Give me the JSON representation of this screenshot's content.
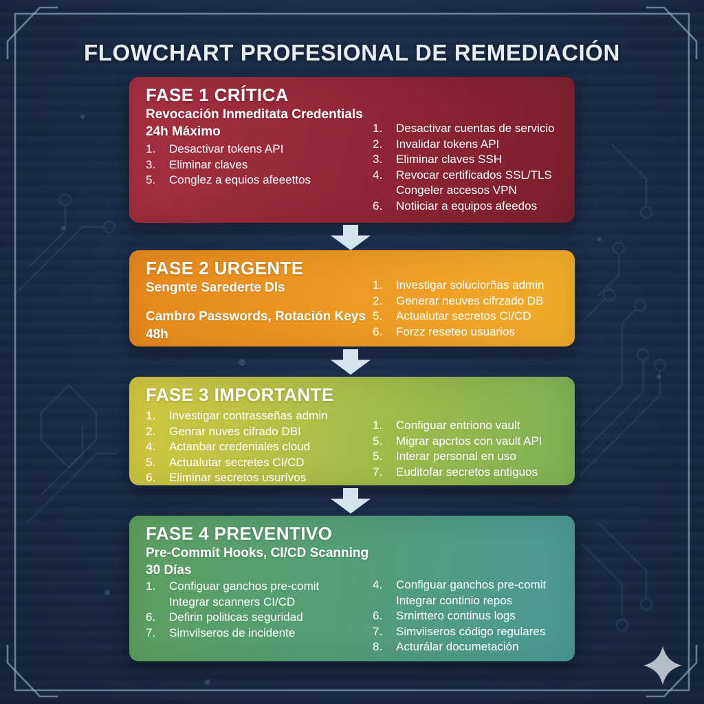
{
  "title": "FLOWCHART PROFESIONAL DE REMEDIACIÓN",
  "colors": {
    "background": "#192b47",
    "frame_line": "#9ab4cf",
    "circuit_line": "#5f87b8",
    "arrow": "#d3e4ec",
    "title_text": "#e9eef4",
    "sparkle": "#b5bec7",
    "phase1_from": "#a72f40",
    "phase1_to": "#7b1f2d",
    "phase2_from": "#e7881c",
    "phase2_to": "#f0ad2a",
    "phase3_from": "#d1c73f",
    "phase3_to": "#7cb255",
    "phase4_from": "#5d9f5e",
    "phase4_to": "#4a9a95"
  },
  "phases": [
    {
      "heading": "FASE 1 CRÍTICA",
      "subtitles": [
        "Revocación Inmeditata Credentials",
        "24h Máximo"
      ],
      "gradient": {
        "angle": "105deg",
        "from": "#a72f40",
        "to": "#7b1f2d"
      },
      "left_items": [
        {
          "n": "1.",
          "t": "Desactivar tokens API"
        },
        {
          "n": "3.",
          "t": "Eliminar claves"
        },
        {
          "n": "5.",
          "t": "Conglez a equios afeeettos"
        }
      ],
      "right_items": [
        {
          "n": "1.",
          "t": "Desactivar cuentas de servicio"
        },
        {
          "n": "2.",
          "t": "Invalidar tokens API"
        },
        {
          "n": "3.",
          "t": "Eliminar claves SSH"
        },
        {
          "n": "4.",
          "t": "Revocar certificados SSL/TLS"
        },
        {
          "n": "",
          "t": "Congeler accesos VPN"
        },
        {
          "n": "6.",
          "t": "Notiiciar a equipos afeedos"
        }
      ]
    },
    {
      "heading": "FASE 2 URGENTE",
      "subtitles": [
        "Sengnte Sarederte Dls"
      ],
      "gradient": {
        "angle": "95deg",
        "from": "#e7881c",
        "to": "#f0ad2a"
      },
      "left_lines": [
        "Cambro Passwords, Rotación Keys",
        "48h"
      ],
      "right_items": [
        {
          "n": "1.",
          "t": "Investigar soluciorñas admin"
        },
        {
          "n": "2.",
          "t": "Generar neuves cifrzado DB"
        },
        {
          "n": "5.",
          "t": "Actualutar secretos CI/CD"
        },
        {
          "n": "6.",
          "t": "Forzz reseteo usuarios"
        }
      ]
    },
    {
      "heading": "FASE 3 IMPORTANTE",
      "subtitles": [],
      "gradient": {
        "angle": "95deg",
        "from": "#d1c73f",
        "to": "#7cb255"
      },
      "left_items": [
        {
          "n": "1.",
          "t": "Investigar contrasseñas admin"
        },
        {
          "n": "2.",
          "t": "Genrar nuves cifrado DBI"
        },
        {
          "n": "4.",
          "t": "Actanbar credeniales cloud"
        },
        {
          "n": "5.",
          "t": "Actualutar secretes CI/CD"
        },
        {
          "n": "6.",
          "t": "Eliminar secretos usurívos"
        }
      ],
      "right_items": [
        {
          "n": "1.",
          "t": "Configuar entriono vault"
        },
        {
          "n": "5.",
          "t": "Migrar apcrtos con vault API"
        },
        {
          "n": "5.",
          "t": "Interar personal en uso"
        },
        {
          "n": "7.",
          "t": "Euditofar secretos antiguos"
        }
      ]
    },
    {
      "heading": "FASE 4 PREVENTIVO",
      "subtitles": [
        "Pre-Commit Hooks, CI/CD Scanning",
        "30 Días"
      ],
      "gradient": {
        "angle": "95deg",
        "from": "#5d9f5e",
        "to": "#4a9a95"
      },
      "left_items": [
        {
          "n": "1.",
          "t": "Configuar ganchos pre-comit"
        },
        {
          "n": "",
          "t": "Integrar scanners CI/CD"
        },
        {
          "n": "6.",
          "t": "Defirin politicas seguridad"
        },
        {
          "n": "7.",
          "t": "Simvilseros de incidente"
        }
      ],
      "right_items": [
        {
          "n": "4.",
          "t": "Configuar ganchos pre-comit"
        },
        {
          "n": "",
          "t": "Integrar continio repos"
        },
        {
          "n": "6.",
          "t": "Srnirttero continus logs"
        },
        {
          "n": "7.",
          "t": "Simviiseros código regulares"
        },
        {
          "n": "8.",
          "t": "Acturálar documetación"
        }
      ]
    }
  ],
  "decorations": {
    "sparkle": "four-point-star-icon",
    "arrows": [
      "down-arrow",
      "down-arrow",
      "down-arrow"
    ]
  }
}
